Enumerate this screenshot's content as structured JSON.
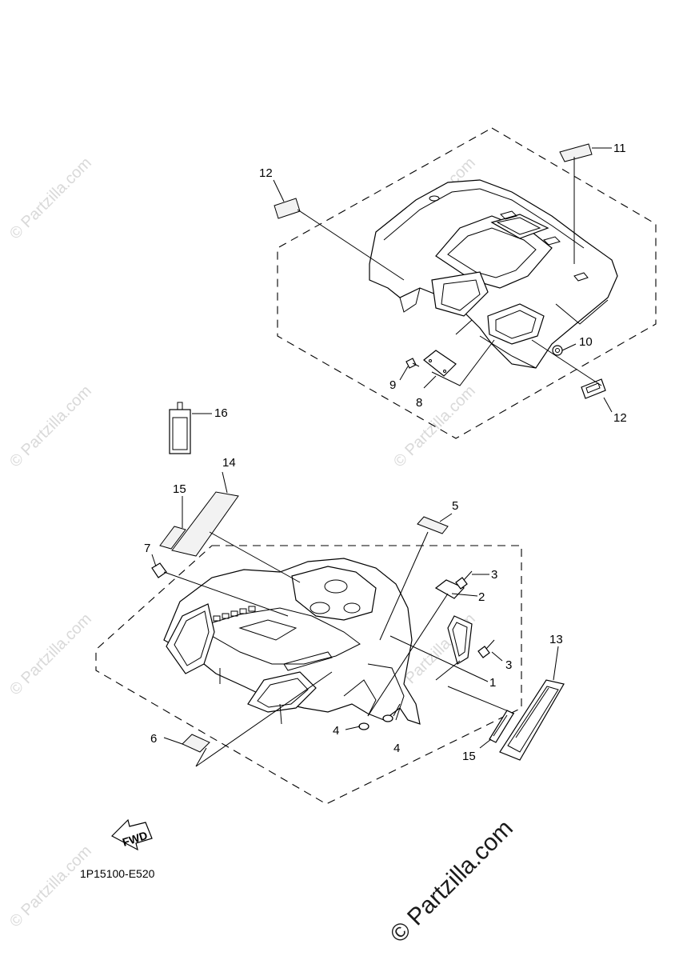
{
  "diagram": {
    "drawing_code": "1P15100-E520",
    "fwd_label": "FWD",
    "callouts": [
      "1",
      "2",
      "3",
      "3",
      "4",
      "4",
      "5",
      "6",
      "7",
      "8",
      "9",
      "10",
      "11",
      "12",
      "12",
      "13",
      "14",
      "15",
      "15",
      "16"
    ],
    "watermark_small": "© Partzilla.com",
    "watermark_main": "© Partzilla.com"
  }
}
